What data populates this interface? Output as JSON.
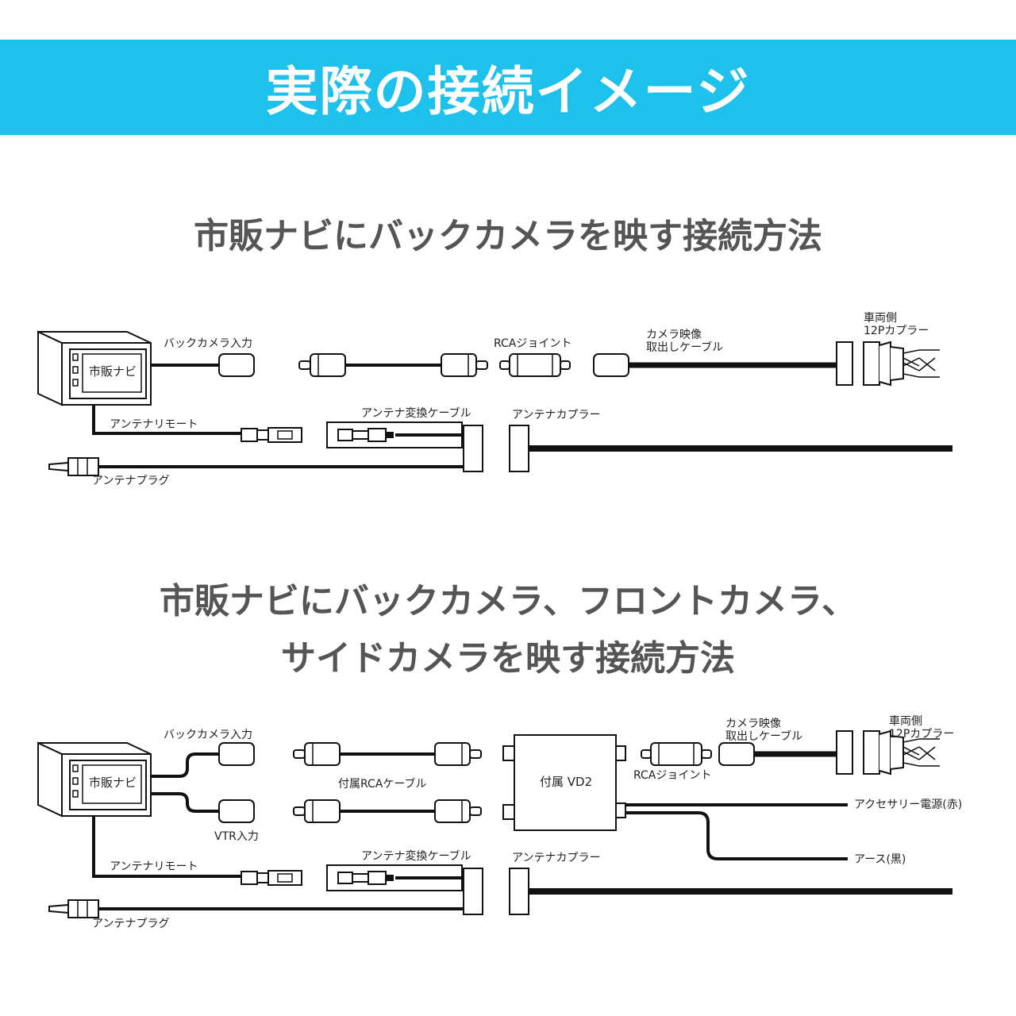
{
  "header": {
    "title": "実際の接続イメージ"
  },
  "section1": {
    "title": "市販ナビにバックカメラを映す接続方法",
    "labels": {
      "navi": "市販ナビ",
      "back_camera_input": "バックカメラ入力",
      "rca_joint": "RCAジョイント",
      "camera_cable_1": "カメラ映像",
      "camera_cable_2": "取出しケーブル",
      "vehicle_side_1": "車両側",
      "vehicle_side_2": "12Pカプラー",
      "antenna_remote": "アンテナリモート",
      "antenna_conv_cable": "アンテナ変換ケーブル",
      "antenna_coupler": "アンテナカプラー",
      "antenna_plug": "アンテナプラグ"
    }
  },
  "section2": {
    "title_line1": "市販ナビにバックカメラ、フロントカメラ、",
    "title_line2": "サイドカメラを映す接続方法",
    "labels": {
      "navi": "市販ナビ",
      "back_camera_input": "バックカメラ入力",
      "vtr_input": "VTR入力",
      "included_rca_cable": "付属RCAケーブル",
      "vd2": "付属 VD2",
      "rca_joint": "RCAジョイント",
      "camera_cable_1": "カメラ映像",
      "camera_cable_2": "取出しケーブル",
      "vehicle_side_1": "車両側",
      "vehicle_side_2": "12Pカプラー",
      "accessory_power": "アクセサリー電源(赤)",
      "ground": "アース(黒)",
      "antenna_remote": "アンテナリモート",
      "antenna_conv_cable": "アンテナ変換ケーブル",
      "antenna_coupler": "アンテナカプラー",
      "antenna_plug": "アンテナプラグ"
    }
  },
  "colors": {
    "banner": "#1ec0ec",
    "title_text": "#555555",
    "line": "#111111"
  }
}
